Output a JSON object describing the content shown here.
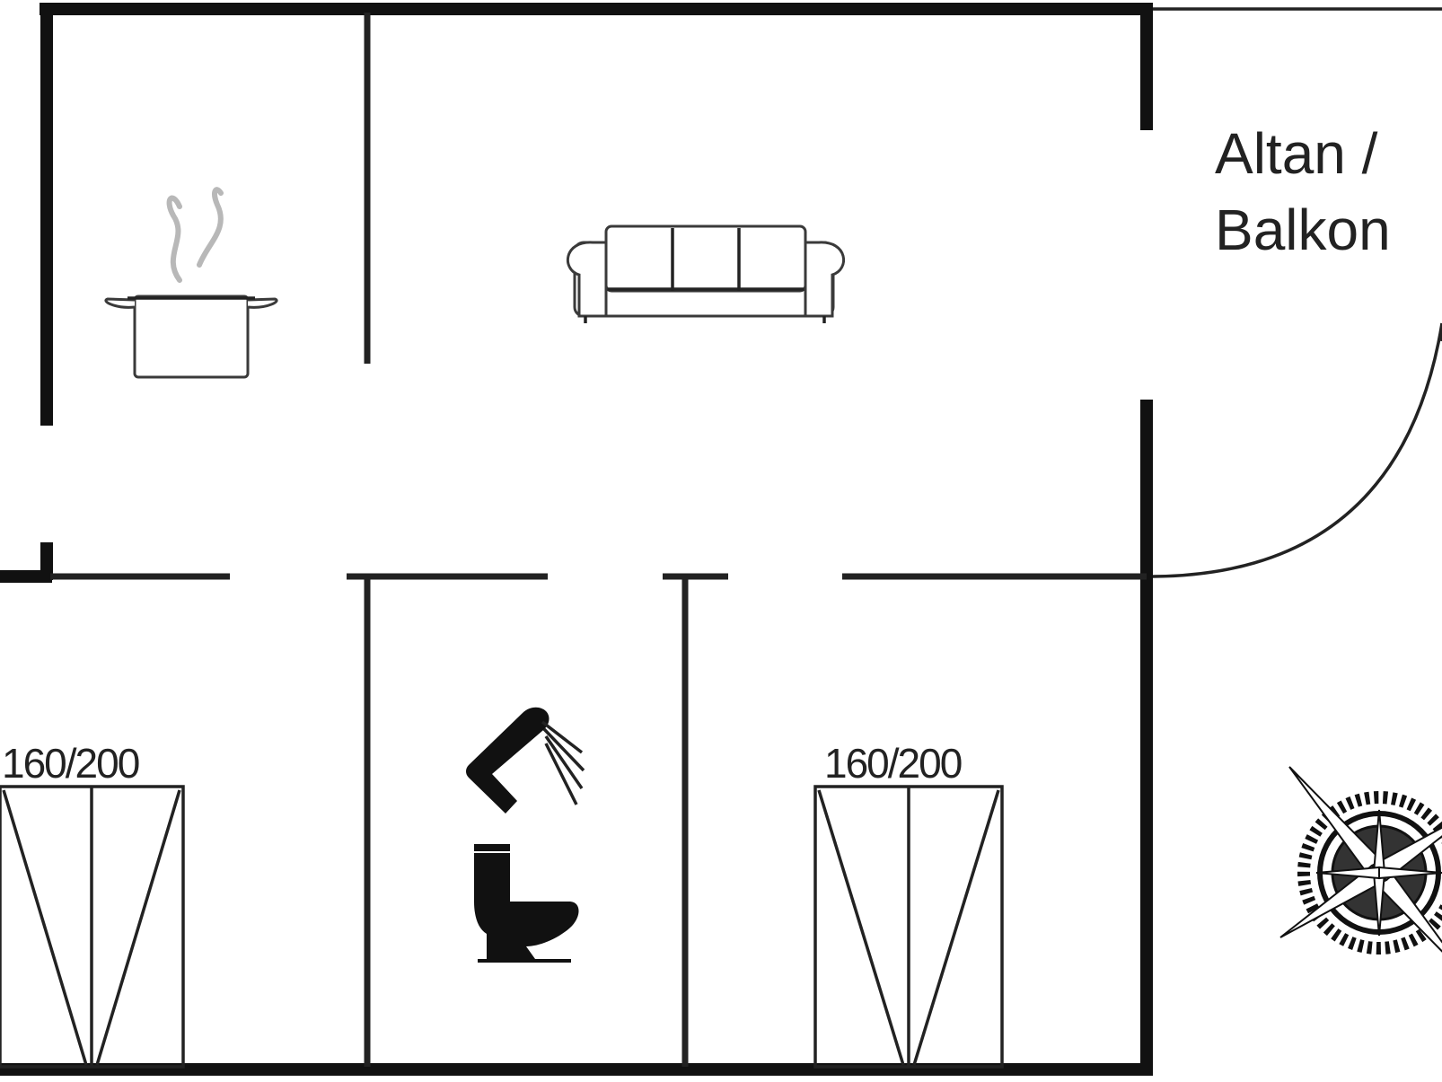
{
  "balcony_label": {
    "line1": "Altan /",
    "line2": "Balkon"
  },
  "beds": [
    {
      "label": "160/200"
    },
    {
      "label": "160/200"
    }
  ],
  "icons": [
    "cooking-pot-icon",
    "sofa-icon",
    "shower-icon",
    "toilet-icon",
    "compass-rose-icon",
    "double-bed-icon"
  ],
  "colors": {
    "wall": "#111111",
    "background": "#ffffff",
    "steam": "#b8b8b8"
  }
}
